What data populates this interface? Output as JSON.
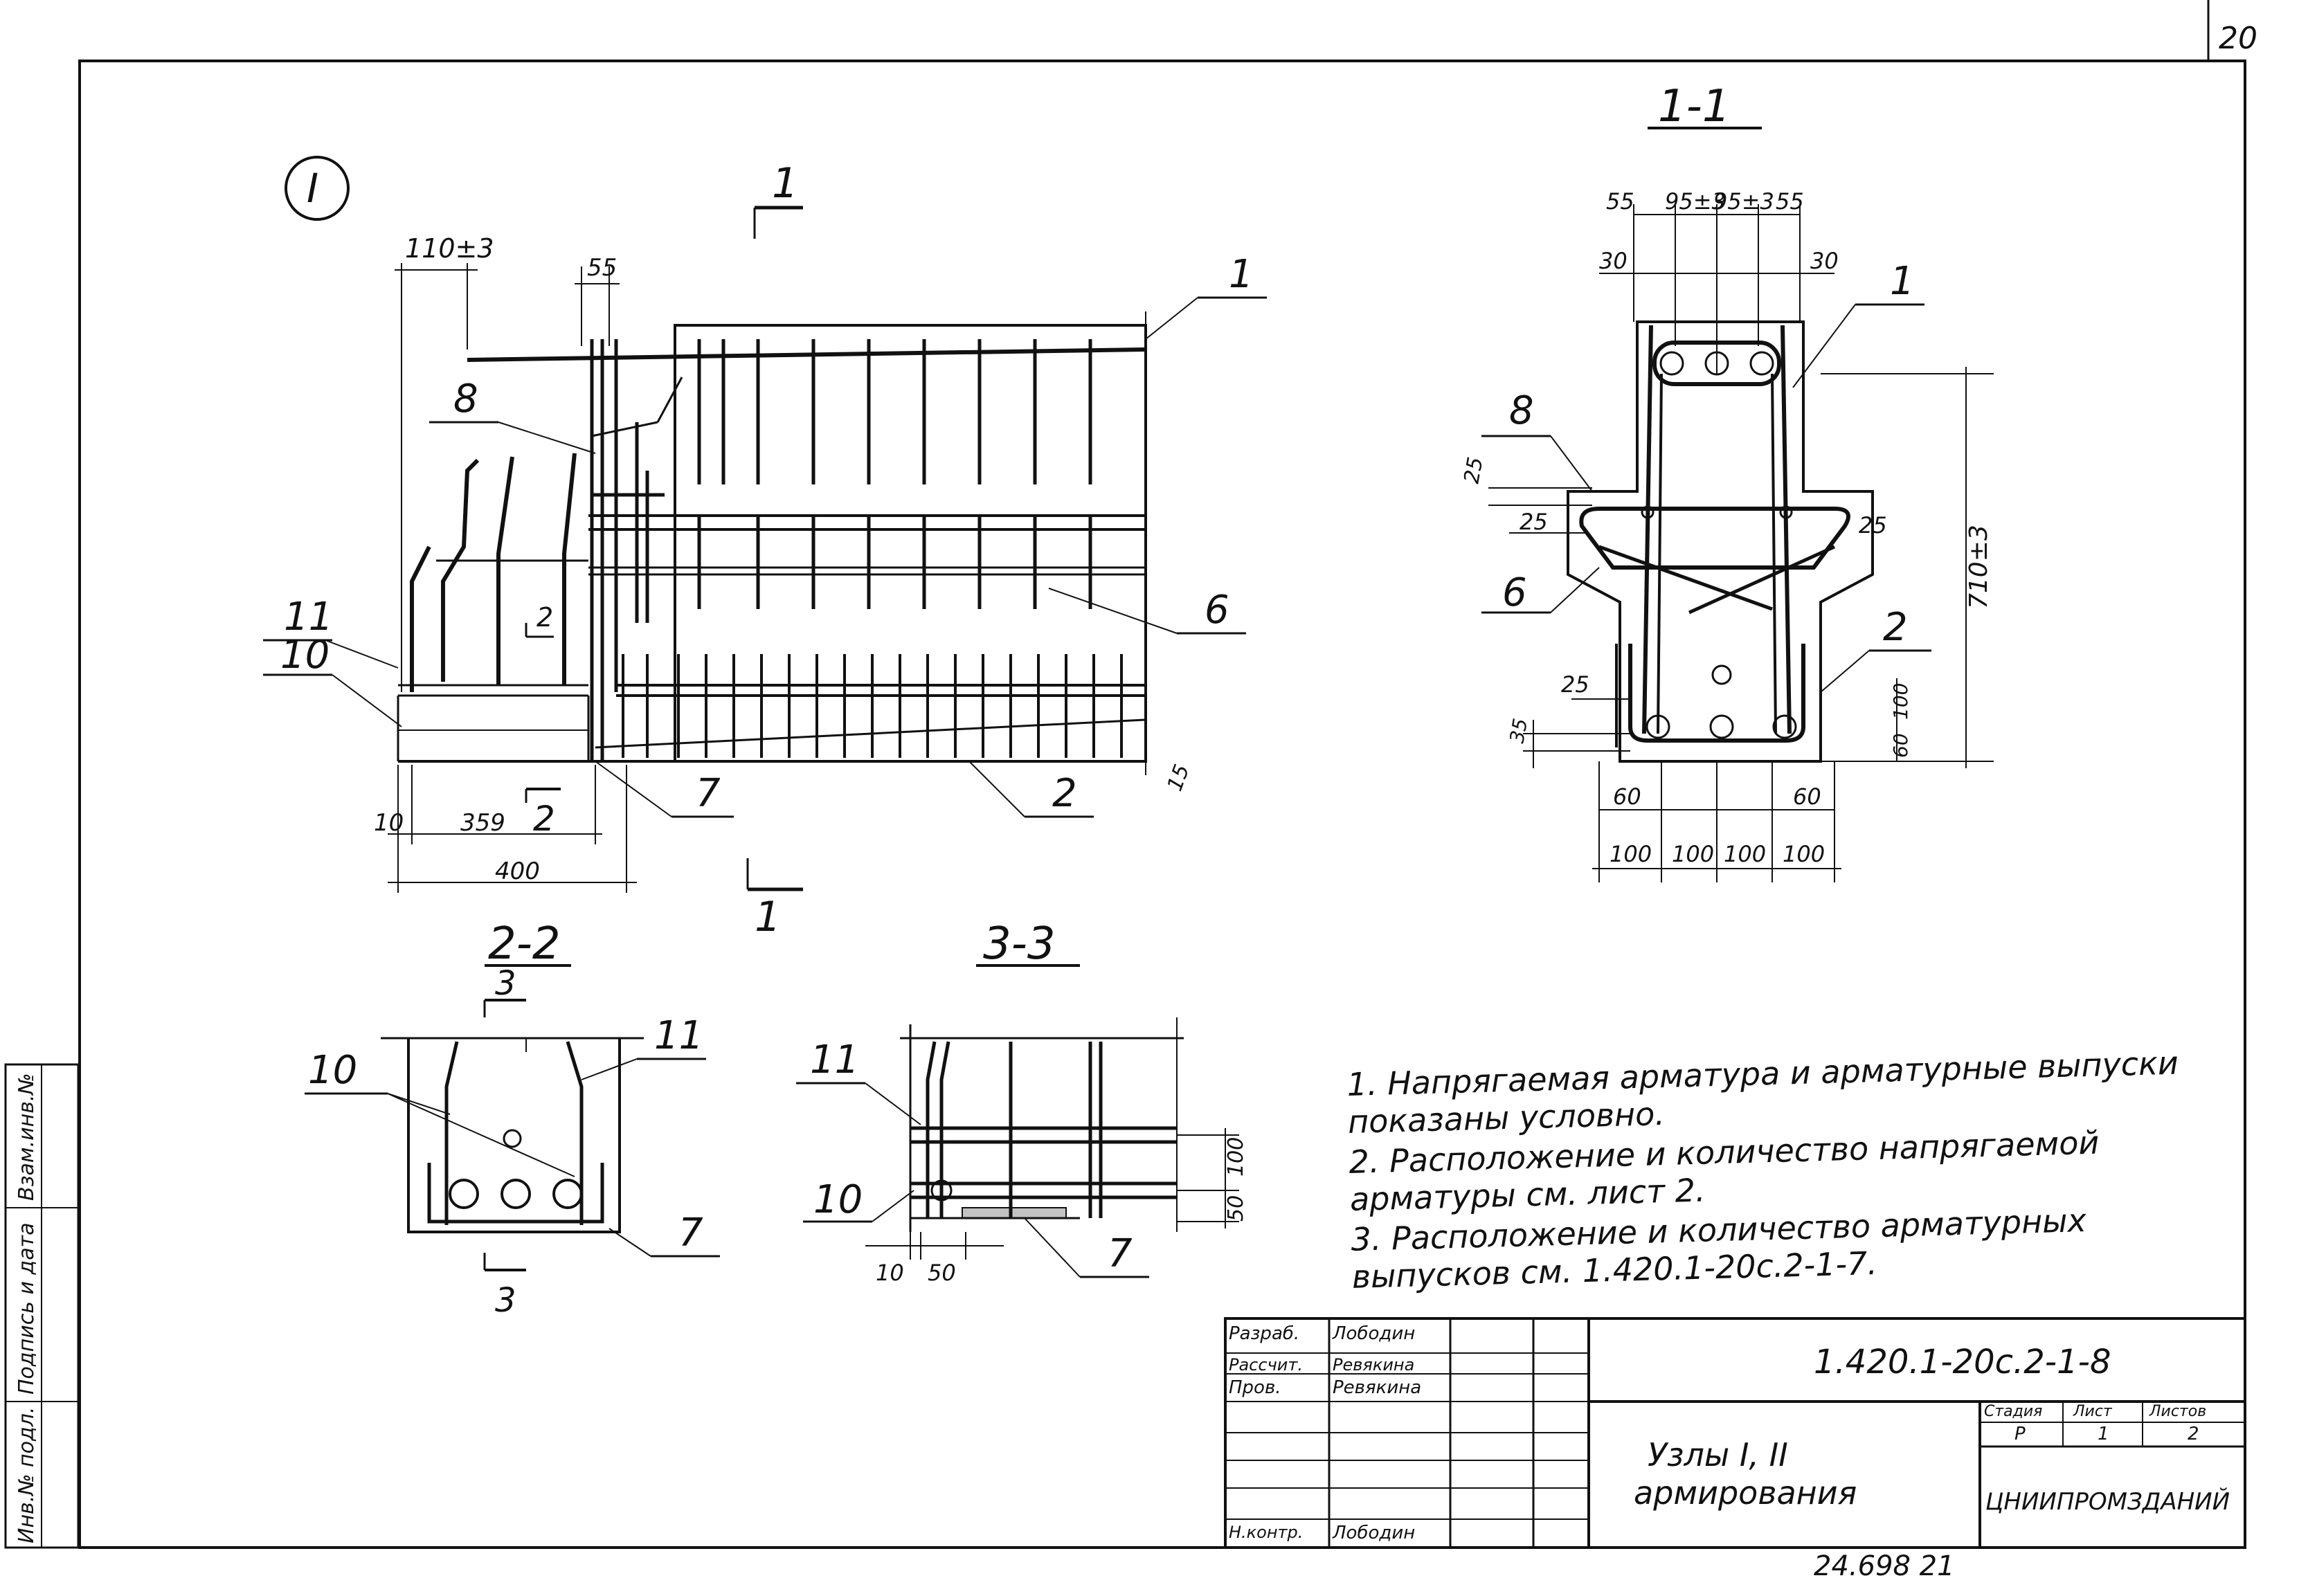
{
  "sheet_corner_number": "20",
  "node_mark": "I",
  "section_marks": {
    "cut_1_top": "1",
    "cut_1_bottom": "1",
    "cut_2": "2",
    "cut_3_top": "3",
    "cut_3_bottom": "3"
  },
  "section_titles": {
    "s11": "1-1",
    "s22": "2-2",
    "s33": "3-3"
  },
  "node_view": {
    "dims": {
      "top_offset": "110±3",
      "top_gap": "55",
      "bottom_left_10": "10",
      "bottom_359": "359",
      "bottom_400": "400",
      "bottom_2": "2",
      "right_15": "15"
    },
    "callouts": [
      "1",
      "8",
      "11",
      "10",
      "2",
      "6",
      "7",
      "2"
    ]
  },
  "section_1_1": {
    "dims_top": [
      "55",
      "95±3",
      "95±3",
      "55"
    ],
    "dims_30": [
      "30",
      "30"
    ],
    "dim_25_left_a": "25",
    "dim_25_left_b": "25",
    "dim_25_right": "25",
    "dim_25_low": "25",
    "dim_35": "35",
    "dim_60_right": "60",
    "dim_100_right": "100",
    "height": "710±3",
    "dims_60_bottom": [
      "60",
      "60"
    ],
    "dims_bottom": [
      "100",
      "100",
      "100",
      "100"
    ],
    "callouts": [
      "1",
      "8",
      "6",
      "2"
    ]
  },
  "section_2_2": {
    "callouts": [
      "10",
      "11",
      "7"
    ]
  },
  "section_3_3": {
    "callouts": [
      "11",
      "10",
      "7"
    ],
    "dim_100": "100",
    "dim_50": "50",
    "dim_10": "10",
    "dim_50b": "50"
  },
  "notes": [
    "1. Напрягаемая арматура и арматурные выпуски показаны условно.",
    "2. Расположение и количество напрягаемой арматуры см. лист 2.",
    "3. Расположение и количество арматурных выпусков см. 1.420.1-20с.2-1-7."
  ],
  "title_block": {
    "code": "1.420.1-20с.2-1-8",
    "title_line1": "Узлы I, II",
    "title_line2": "армирования",
    "roles": [
      {
        "role": "Разраб.",
        "name": "Лободин"
      },
      {
        "role": "Рассчит.",
        "name": "Ревякина"
      },
      {
        "role": "Пров.",
        "name": "Ревякина"
      },
      {
        "role": "Н.контр.",
        "name": "Лободин"
      }
    ],
    "stage_header": "Стадия",
    "sheet_header": "Лист",
    "sheets_header": "Листов",
    "stage": "Р",
    "sheet": "1",
    "sheets": "2",
    "org": "ЦНИИПРОМЗДАНИЙ"
  },
  "side_stamp": [
    "Инв.№ подл.",
    "Подпись и дата",
    "Взам.инв.№"
  ],
  "bottom_number": "24.698  21"
}
